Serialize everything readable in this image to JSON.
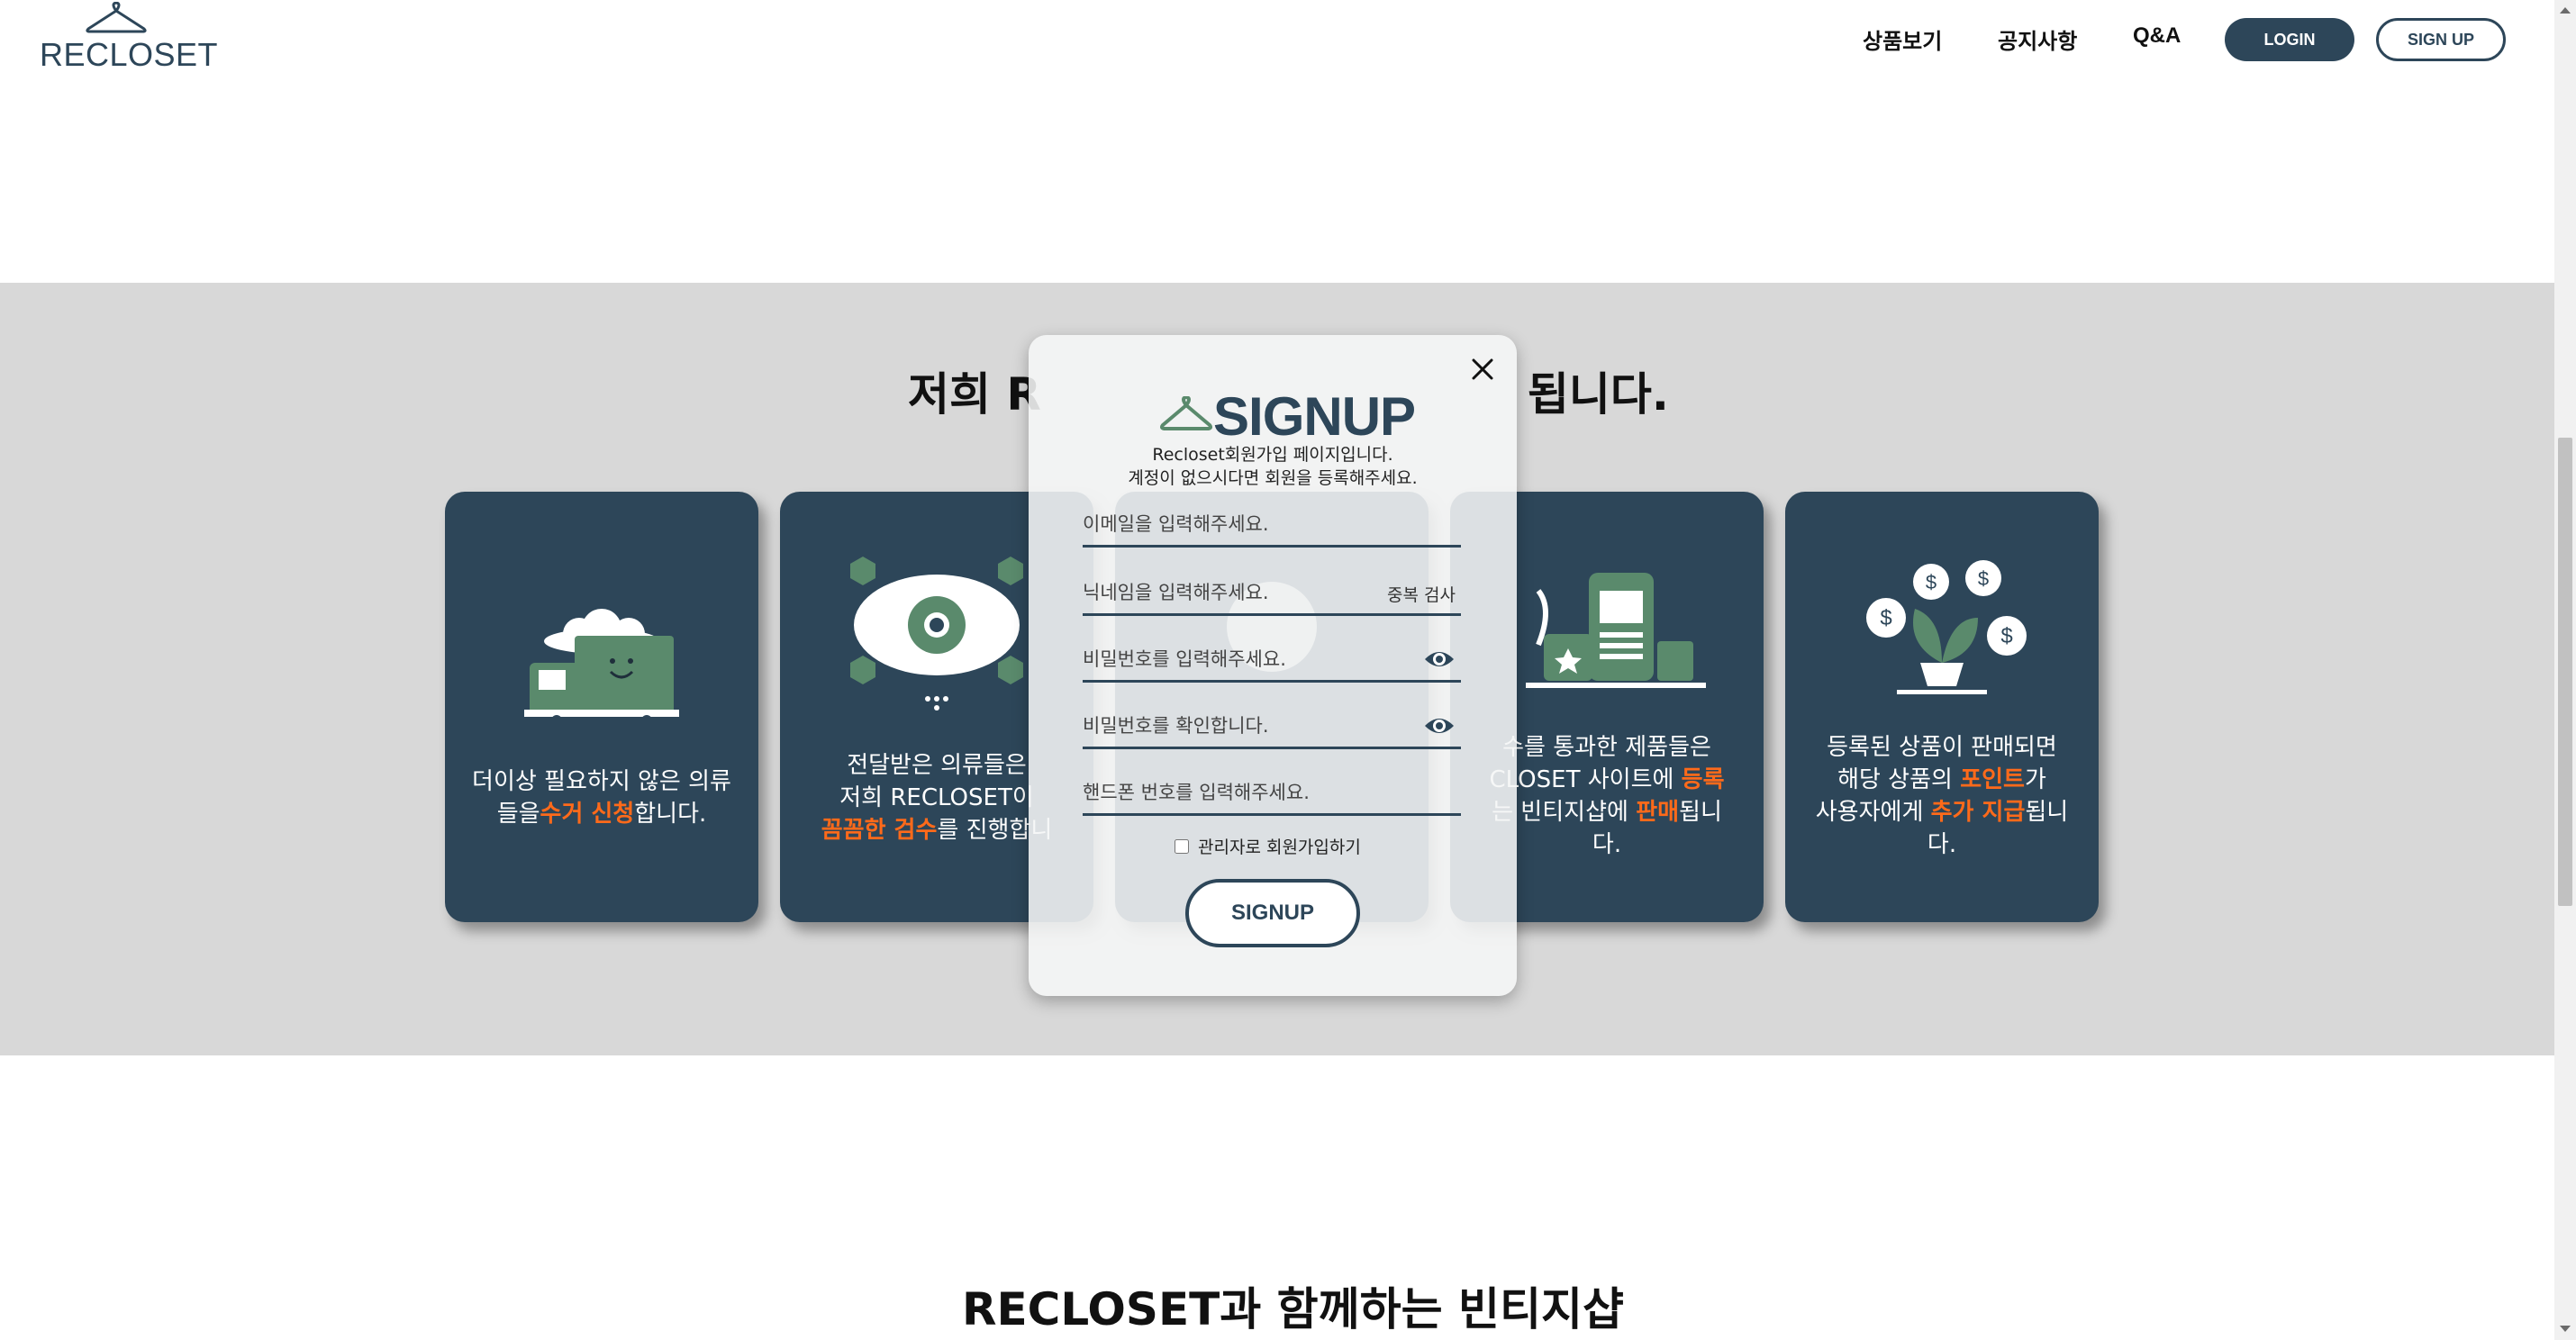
{
  "header": {
    "logo_text": "RECLOSET",
    "nav": [
      "상품보기",
      "공지사항",
      "Q&A"
    ],
    "login_label": "LOGIN",
    "signup_label": "SIGN UP"
  },
  "section": {
    "title_left": "저희 R",
    "title_right": "됩니다.",
    "cards": [
      {
        "icon": "truck-icon",
        "lines": [
          [
            {
              "t": "더이상 필요하지 않은 의류"
            }
          ],
          [
            {
              "t": "들을"
            },
            {
              "t": "수거 신청",
              "hl": true
            },
            {
              "t": "합니다."
            }
          ]
        ]
      },
      {
        "icon": "eye-inspect-icon",
        "lines": [
          [
            {
              "t": "전달받은 의류들은"
            }
          ],
          [
            {
              "t": "저희 RECLOSET이"
            }
          ],
          [
            {
              "t": "꼼꼼한 검수",
              "hl": true
            },
            {
              "t": "를 진행합니"
            }
          ]
        ]
      },
      {
        "icon": "gear-icon",
        "lines": []
      },
      {
        "icon": "shop-icon",
        "lines": [
          [
            {
              "t": "수를 통과한 제품들은"
            }
          ],
          [
            {
              "t": "CLOSET 사이트에 "
            },
            {
              "t": "등록",
              "hl": true
            }
          ],
          [
            {
              "t": "는 빈티지샵에 "
            },
            {
              "t": "판매",
              "hl": true
            },
            {
              "t": "됩니"
            }
          ],
          [
            {
              "t": "다."
            }
          ]
        ]
      },
      {
        "icon": "money-plant-icon",
        "lines": [
          [
            {
              "t": "등록된 상품이 판매되면"
            }
          ],
          [
            {
              "t": "해당 상품의 "
            },
            {
              "t": "포인트",
              "hl": true
            },
            {
              "t": "가"
            }
          ],
          [
            {
              "t": "사용자에게 "
            },
            {
              "t": "추가 지급",
              "hl": true
            },
            {
              "t": "됩니"
            }
          ],
          [
            {
              "t": "다."
            }
          ]
        ]
      }
    ]
  },
  "modal": {
    "title": "SIGNUP",
    "sub1": "Recloset회원가입 페이지입니다.",
    "sub2": "계정이 없으시다면 회원을 등록해주세요.",
    "email_placeholder": "이메일을 입력해주세요.",
    "nickname_placeholder": "닉네임을 입력해주세요.",
    "dup_check": "중복 검사",
    "password_placeholder": "비밀번호를 입력해주세요.",
    "password_confirm_placeholder": "비밀번호를 확인합니다.",
    "phone_placeholder": "핸드폰 번호를 입력해주세요.",
    "admin_label": "관리자로 회원가입하기",
    "submit_label": "SIGNUP"
  },
  "bottom": {
    "title": "RECLOSET과 함께하는 빈티지샵"
  },
  "colors": {
    "brand_navy": "#2d4659",
    "highlight_orange": "#ff6a1a",
    "illustration_green": "#5a8a6c"
  }
}
